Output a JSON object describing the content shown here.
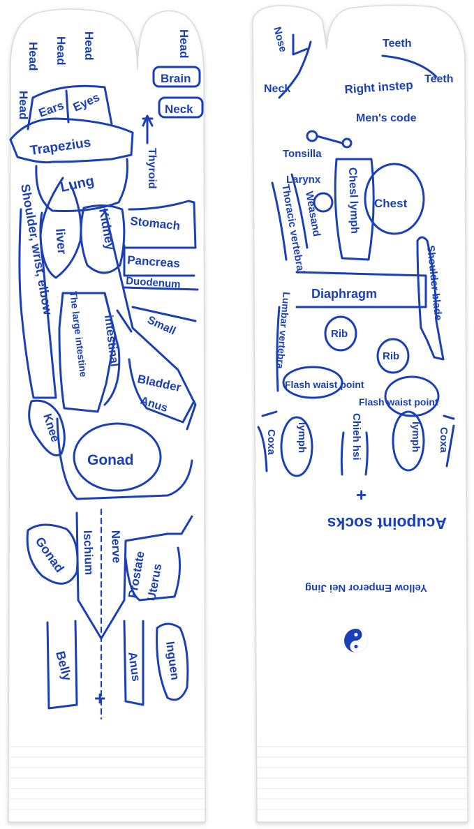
{
  "colors": {
    "ink": "#1a3fb8",
    "sock": "#ffffff",
    "rib": "#e4e6ea"
  },
  "left_sock": {
    "head_1": "Head",
    "head_2": "Head",
    "head_3": "Head",
    "head_4": "Head",
    "ears": "Ears",
    "eyes": "Eyes",
    "brain": "Brain",
    "neck": "Neck",
    "trapezius": "Trapezius",
    "thyroid": "Thyroid",
    "lung": "Lung",
    "shoulder_wrist_elbow": "Shoulder, wrist, elbow",
    "kidney": "Kidney",
    "liver": "liver",
    "stomach": "Stomach",
    "pancreas": "Pancreas",
    "duodenum": "Duodenum",
    "large_intestine": "The large intestine",
    "intestinal": "intestinal",
    "small": "Small",
    "bladder": "Bladder",
    "anus": "Anus",
    "knee": "Knee",
    "gonad": "Gonad",
    "gonad_lower": "Gonad",
    "nerve": "Nerve",
    "ischium": "Ischium",
    "prostate": "Prostate",
    "uterus": "Uterus",
    "belly": "Belly",
    "anus_lower": "Anus",
    "inguen": "Inguen",
    "plus": "+"
  },
  "right_sock": {
    "nose": "Nose",
    "neck": "Neck",
    "teeth_1": "Teeth",
    "teeth_2": "Teeth",
    "right_instep": "Right instep",
    "mens_code": "Men's code",
    "tonsilla": "Tonsilla",
    "larynx": "Larynx",
    "weasand": "Weasand",
    "chest_lymph": "Chesl lymph",
    "chest": "Chest",
    "thoracic_vertebral": "Thoracic vertebral",
    "shoulder_blade": "Shoulder blade",
    "diaphragm": "Diaphragm",
    "lumbar_vertebra": "Lumbar vertebra",
    "rib_1": "Rib",
    "rib_2": "Rib",
    "flash_waist_1": "Flash waist point",
    "flash_waist_2": "Flash waist point",
    "coxa_1": "Coxa",
    "lymph_1": "lymph",
    "chieh_hsi": "Chieh hsi",
    "lymph_2": "lymph",
    "coxa_2": "Coxa",
    "plus": "+",
    "brand": "Acupoint socks",
    "subtitle": "Yellow Emperor Nei Jing",
    "logo_icon": "yin-yang-icon"
  }
}
